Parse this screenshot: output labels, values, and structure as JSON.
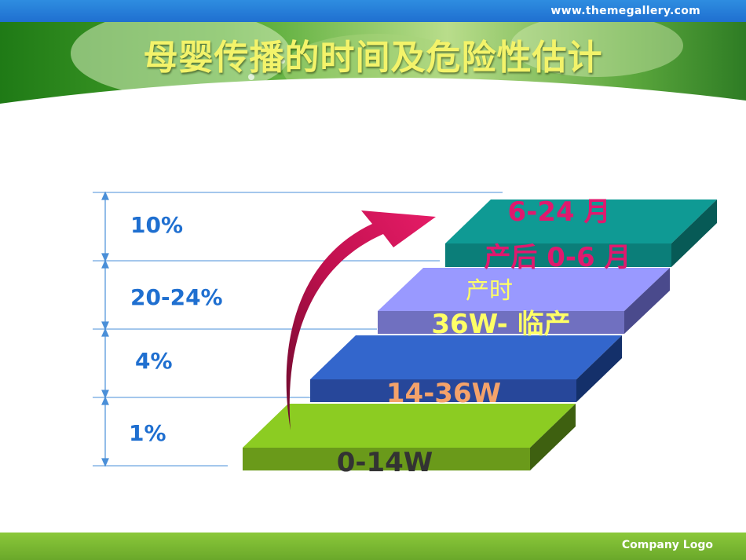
{
  "header": {
    "url": "www.themegallery.com"
  },
  "title": "母婴传播的时间及危险性估计",
  "footer": {
    "company": "Company Logo"
  },
  "risk_labels": [
    "10%",
    "20-24%",
    "4%",
    "1%"
  ],
  "steps": [
    {
      "label": "0-14W",
      "color": "#333333"
    },
    {
      "label": "14-36W",
      "color": "#f4a26a"
    },
    {
      "label_top": "产时",
      "label_bottom": "36W- 临产",
      "color_top": "#ffff66",
      "color_bottom": "#ffff66"
    },
    {
      "label_top": "6-24 月",
      "label_bottom": "产后 0-6 月",
      "color": "#e0196e"
    }
  ]
}
